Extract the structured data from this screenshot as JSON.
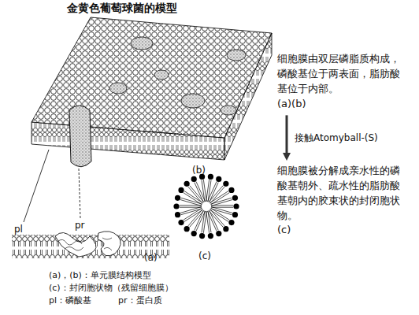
{
  "diagram": {
    "title": "金黄色葡萄球菌的模型",
    "nodes": [
      {
        "text": [
          "细胞膜由双层磷脂质构成，磷酸基位于两表面，脂肪酸基位于内部。",
          "(a)(b)"
        ]
      },
      {
        "text": [
          "细胞膜被分解成亲水性的磷酸基朝外、疏水性的脂肪酸基朝内的胶束状的封闭胞状物。",
          "(c)"
        ]
      }
    ],
    "edges": [
      {
        "from": 0,
        "to": 1,
        "arrow": "to",
        "label": "接触Atomyball-(S)"
      }
    ],
    "labels": [
      "(b)",
      "pl",
      "pr",
      "(a)",
      "(c)",
      "(a)，(b)：单元膜结构模型",
      "(c)：封闭胞状物（残留细胞膜）",
      "pl：磷酸基",
      "pr：蛋白质"
    ]
  }
}
